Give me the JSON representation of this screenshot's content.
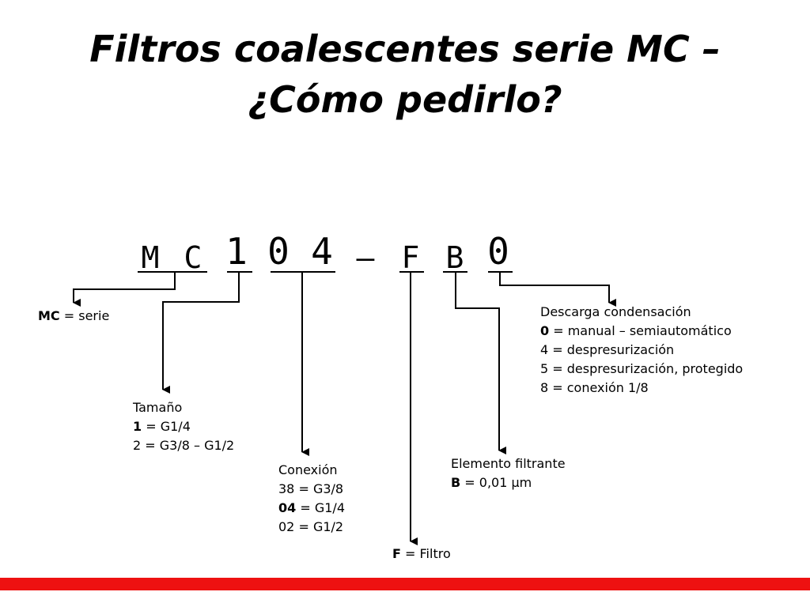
{
  "title": {
    "line1": "Filtros coalescentes serie MC –",
    "line2": "¿Cómo pedirlo?"
  },
  "code": [
    "M",
    "C",
    "1",
    "0",
    "4",
    "–",
    "F",
    "B",
    "0"
  ],
  "serie": {
    "key": "MC",
    "text": " = serie"
  },
  "tamano": {
    "heading": "Tamaño",
    "opt1_key": "1",
    "opt1_text": " = G1/4",
    "opt2": "2 = G3/8 – G1/2"
  },
  "conexion": {
    "heading": "Conexión",
    "opt1": "38 = G3/8",
    "opt2_key": "04",
    "opt2_text": " = G1/4",
    "opt3": "02 = G1/2"
  },
  "filtro": {
    "key": "F",
    "text": " = Filtro"
  },
  "elemento": {
    "heading": "Elemento filtrante",
    "opt1_key": "B",
    "opt1_text": " = 0,01 µm"
  },
  "descarga": {
    "heading": "Descarga condensación",
    "opt1_key": "0",
    "opt1_text": " = manual – semiautomático",
    "opt2": "4 = despresurización",
    "opt3": "5 = despresurización, protegido",
    "opt4": "8 = conexión 1/8"
  },
  "colors": {
    "accent_bar": "#ee1111",
    "text": "#000000"
  }
}
